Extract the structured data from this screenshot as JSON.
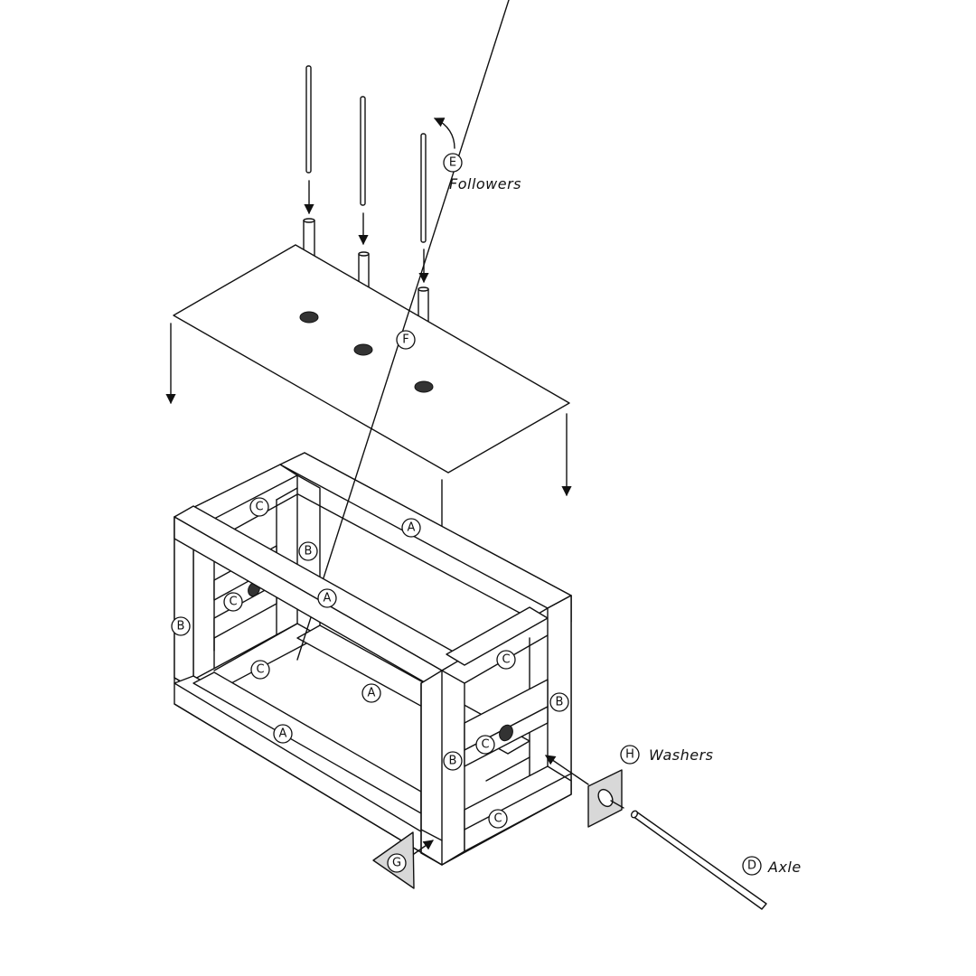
{
  "parts": {
    "A": "A",
    "B": "B",
    "C": "C",
    "D": "D",
    "E": "E",
    "F": "F",
    "G": "G",
    "H": "H"
  },
  "captions": {
    "followers": "Followers",
    "washers": "Washers",
    "axle": "Axle"
  }
}
